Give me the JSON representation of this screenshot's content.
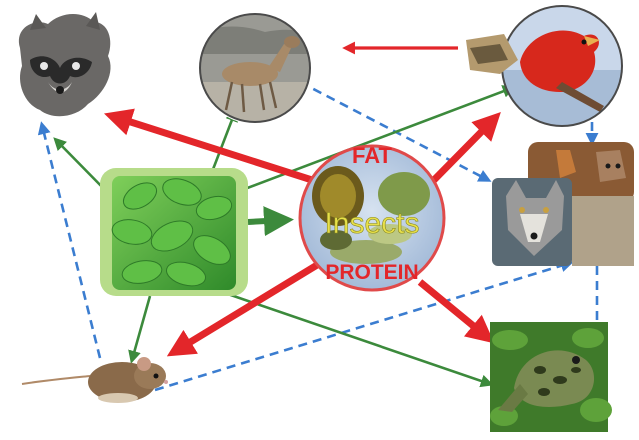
{
  "hub": {
    "top_label": "FAT",
    "center_label": "Insects",
    "bottom_label": "PROTEIN"
  },
  "colors": {
    "red_arrow": "#e3262a",
    "green_arrow": "#3c8a3c",
    "blue_dashed": "#3b7dd0",
    "hub_fill": "#b9cbe3",
    "hub_ring": "#e04a4a",
    "leaf_panel": "#b7dc8a"
  },
  "images": {
    "raccoon": "raccoon-photo",
    "deer": "deer-photo",
    "bird": "red-bird-photo",
    "plant": "green-leaves-photo",
    "predators": "wolf-fox-cat-photo",
    "mouse": "mouse-photo",
    "frog": "frog-photo"
  }
}
